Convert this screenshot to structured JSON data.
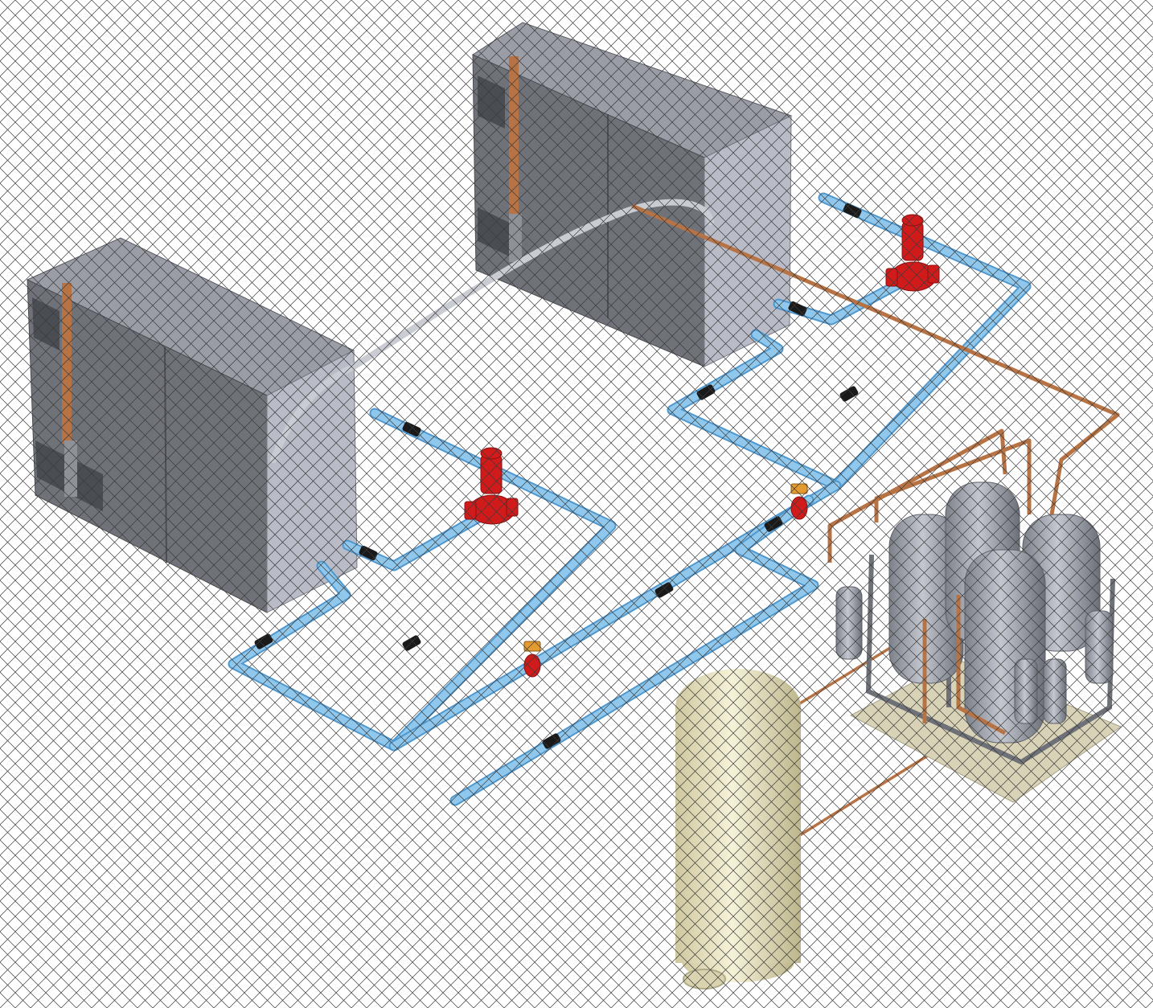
{
  "scene": {
    "kind": "isometric-piping-render",
    "components": {
      "enclosures": {
        "count": 2,
        "icon": "compressor-enclosure-icon"
      },
      "circulation_pumps": {
        "count": 2,
        "icon": "inline-pump-icon"
      },
      "check_valves": {
        "icon": "check-valve-icon"
      },
      "motorized_valves": {
        "count": 2,
        "icon": "motorized-valve-icon"
      },
      "dryer_skid": {
        "icon": "dryer-skid-icon"
      },
      "receiver_tank": {
        "icon": "receiver-tank-icon"
      }
    }
  },
  "colors": {
    "background": "#ffffff",
    "hatch": "#3a3a3a",
    "enclosure_front": "#6f7278",
    "enclosure_side": "#b9bcc6",
    "enclosure_top": "#9a9da6",
    "water_pipe": "#8fc8ec",
    "water_pipe_edge": "#4f98cf",
    "copper_pipe": "#b87345",
    "pump_red": "#d11b1b",
    "tank_cream": "#ece6c3",
    "skid_base": "#d8d2b6",
    "vessel_grey": "#9ca0a8",
    "check_valve": "#1a1a1a",
    "actuator_orange": "#e39a2e"
  }
}
